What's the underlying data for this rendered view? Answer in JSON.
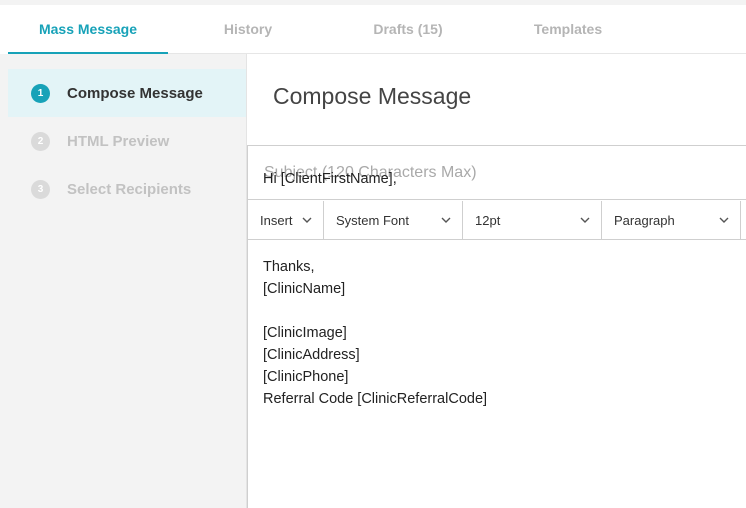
{
  "tabs": [
    {
      "label": "Mass Message",
      "active": true
    },
    {
      "label": "History",
      "active": false
    },
    {
      "label": "Drafts (15)",
      "active": false
    },
    {
      "label": "Templates",
      "active": false
    }
  ],
  "steps": [
    {
      "number": "1",
      "label": "Compose Message",
      "active": true
    },
    {
      "number": "2",
      "label": "HTML Preview",
      "active": false
    },
    {
      "number": "3",
      "label": "Select Recipients",
      "active": false
    }
  ],
  "main": {
    "title": "Compose Message",
    "subject": {
      "value": "",
      "placeholder": "Subject (120 Characters Max)"
    },
    "toolbar": {
      "insert": "Insert",
      "font_family": "System Font",
      "font_size": "12pt",
      "block_format": "Paragraph"
    },
    "body_lines": [
      "Hi [ClientFirstName],",
      "",
      "",
      "",
      "Thanks,",
      "[ClinicName]",
      "",
      "[ClinicImage]",
      "[ClinicAddress]",
      "[ClinicPhone]",
      "Referral Code [ClinicReferralCode]"
    ]
  },
  "colors": {
    "accent": "#17a2b8",
    "active_step_bg": "#e3f4f7",
    "sidebar_bg": "#f3f3f3"
  },
  "icons": {
    "dropdown": "chevron-down-icon"
  }
}
